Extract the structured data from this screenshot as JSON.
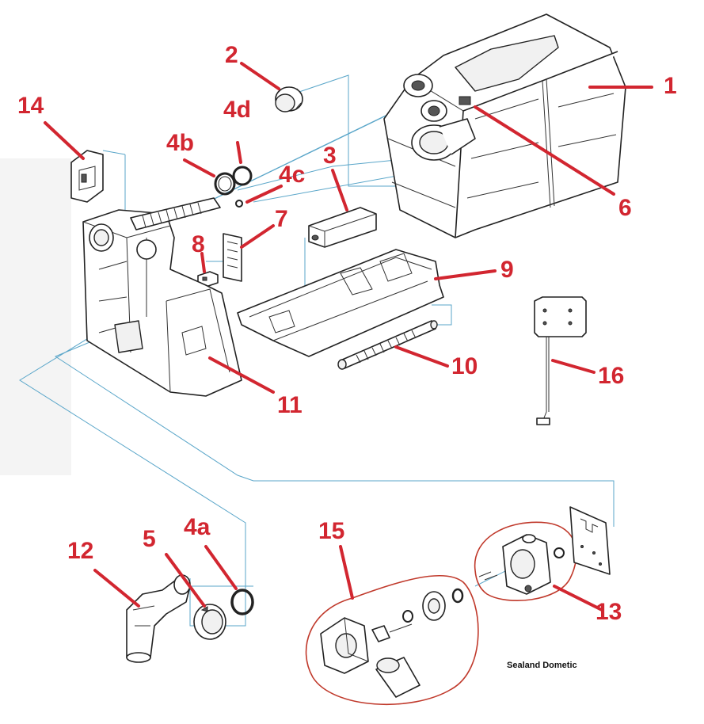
{
  "diagram": {
    "callouts": {
      "c1": "1",
      "c2": "2",
      "c3": "3",
      "c4a": "4a",
      "c4b": "4b",
      "c4c": "4c",
      "c4d": "4d",
      "c5": "5",
      "c6": "6",
      "c7": "7",
      "c8": "8",
      "c9": "9",
      "c10": "10",
      "c11": "11",
      "c12": "12",
      "c13": "13",
      "c14": "14",
      "c15": "15",
      "c16": "16"
    },
    "brand": "Sealand Dometic",
    "colors": {
      "callout": "#d22630",
      "guide": "#5aa6c9",
      "outline": "#222222"
    }
  }
}
